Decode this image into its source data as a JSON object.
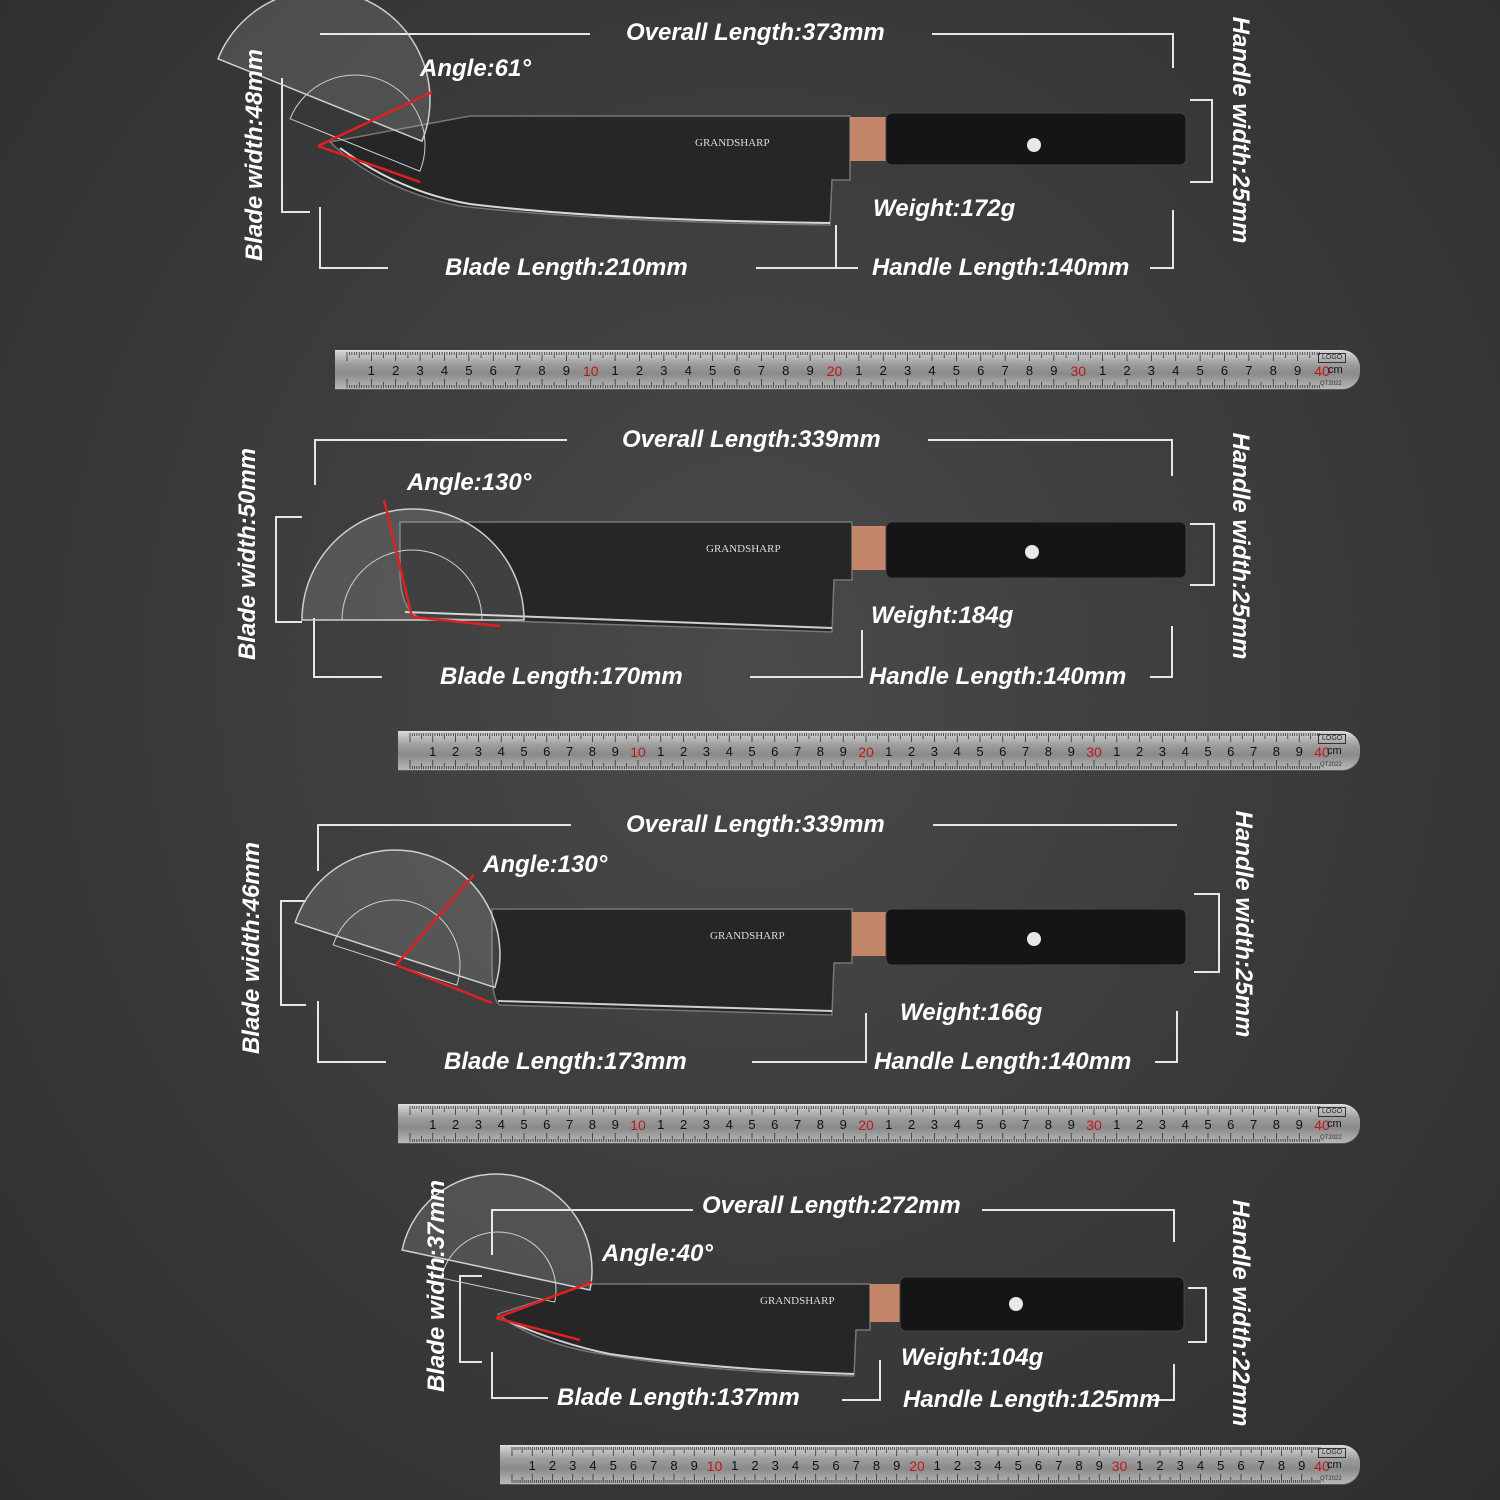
{
  "knives": [
    {
      "overall": "Overall Length:373mm",
      "angle": "Angle:61°",
      "blade_width": "Blade width:48mm",
      "handle_width": "Handle width:25mm",
      "weight": "Weight:172g",
      "blade_length": "Blade Length:210mm",
      "handle_length": "Handle Length:140mm",
      "brand": "GRANDSHARP"
    },
    {
      "overall": "Overall Length:339mm",
      "angle": "Angle:130°",
      "blade_width": "Blade width:50mm",
      "handle_width": "Handle width:25mm",
      "weight": "Weight:184g",
      "blade_length": "Blade Length:170mm",
      "handle_length": "Handle Length:140mm",
      "brand": "GRANDSHARP"
    },
    {
      "overall": "Overall Length:339mm",
      "angle": "Angle:130°",
      "blade_width": "Blade width:46mm",
      "handle_width": "Handle width:25mm",
      "weight": "Weight:166g",
      "blade_length": "Blade Length:173mm",
      "handle_length": "Handle Length:140mm",
      "brand": "GRANDSHARP"
    },
    {
      "overall": "Overall Length:272mm",
      "angle": "Angle:40°",
      "blade_width": "Blade width:37mm",
      "handle_width": "Handle width:22mm",
      "weight": "Weight:104g",
      "blade_length": "Blade Length:137mm",
      "handle_length": "Handle Length:125mm",
      "brand": "GRANDSHARP"
    }
  ],
  "ruler": {
    "unit": "cm",
    "logo": "LOGO",
    "code": "QT2022",
    "major_labels": [
      "10",
      "20",
      "30",
      "40"
    ],
    "minor_labels": [
      "1",
      "2",
      "3",
      "4",
      "5",
      "6",
      "7",
      "8",
      "9"
    ]
  },
  "colors": {
    "background": "#3a3a3a",
    "text": "#ffffff",
    "angle_line": "#e02020",
    "bolster": "#c4866a",
    "handle": "#151515"
  }
}
